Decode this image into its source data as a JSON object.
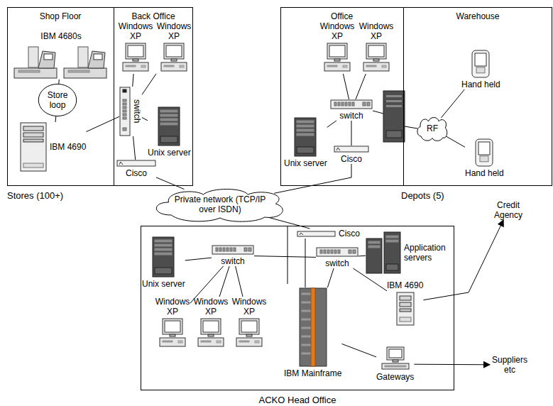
{
  "diagram": {
    "nodes": [
      {
        "text": [
          "Stores (100+)"
        ]
      },
      {
        "text": [
          "Shop Floor"
        ],
        "in": 0
      },
      {
        "text": [
          "Back Office"
        ],
        "in": 0
      },
      {
        "text": [
          "IBM 4680s"
        ],
        "in": 1
      },
      {
        "text": [
          "Store loop"
        ],
        "in": 1
      },
      {
        "text": [
          "IBM 4690"
        ],
        "in": 1
      },
      {
        "text": [
          "Windows XP"
        ],
        "in": 2
      },
      {
        "text": [
          "Windows XP"
        ],
        "in": 2
      },
      {
        "text": [
          "switch"
        ],
        "in": 2
      },
      {
        "text": [
          "Unix server"
        ],
        "in": 2
      },
      {
        "text": [
          "Cisco"
        ],
        "in": 2
      },
      {
        "text": [
          "Depots (5)"
        ]
      },
      {
        "text": [
          "Office"
        ],
        "in": 11
      },
      {
        "text": [
          "Warehouse"
        ],
        "in": 11
      },
      {
        "text": [
          "Windows XP"
        ],
        "in": 12
      },
      {
        "text": [
          "Windows XP"
        ],
        "in": 12
      },
      {
        "text": [
          "Unix server"
        ],
        "in": 12
      },
      {
        "text": [
          "switch"
        ],
        "in": 12
      },
      {
        "text": [
          "Cisco"
        ],
        "in": 12
      },
      {
        "text": [
          "RF"
        ],
        "in": 13
      },
      {
        "text": [
          "Hand held"
        ],
        "in": 13
      },
      {
        "text": [
          "Hand held"
        ],
        "in": 13
      },
      {
        "text": [
          "Private network (TCP/IP over ISDN)"
        ]
      },
      {
        "text": [
          "ACKO Head Office"
        ]
      },
      {
        "text": [
          "Unix server"
        ],
        "in": 23
      },
      {
        "text": [
          "switch"
        ],
        "in": 23
      },
      {
        "text": [
          "Windows XP"
        ],
        "in": 23
      },
      {
        "text": [
          "Windows XP"
        ],
        "in": 23
      },
      {
        "text": [
          "Windows XP"
        ],
        "in": 23
      },
      {
        "text": [
          "Cisco"
        ],
        "in": 23
      },
      {
        "text": [
          "switch"
        ],
        "in": 23
      },
      {
        "text": [
          "Application servers"
        ],
        "in": 23
      },
      {
        "text": [
          "IBM 4690"
        ],
        "in": 23
      },
      {
        "text": [
          "IBM Mainframe"
        ],
        "in": 23
      },
      {
        "text": [
          "Gateways"
        ],
        "in": 23
      },
      {
        "text": [
          "Credit Agency"
        ]
      },
      {
        "text": [
          "Suppliers etc"
        ]
      }
    ],
    "edges": [
      {
        "from": 3,
        "to": 4,
        "arrow": "none"
      },
      {
        "from": 4,
        "to": 5,
        "arrow": "none"
      },
      {
        "from": 5,
        "to": 8,
        "arrow": "none"
      },
      {
        "from": 6,
        "to": 8,
        "arrow": "none"
      },
      {
        "from": 7,
        "to": 8,
        "arrow": "none"
      },
      {
        "from": 8,
        "to": 9,
        "arrow": "none"
      },
      {
        "from": 8,
        "to": 10,
        "arrow": "none"
      },
      {
        "from": 10,
        "to": 22,
        "arrow": "none"
      },
      {
        "from": 14,
        "to": 17,
        "arrow": "none"
      },
      {
        "from": 15,
        "to": 17,
        "arrow": "none"
      },
      {
        "from": 16,
        "to": 17,
        "arrow": "none"
      },
      {
        "from": 17,
        "to": 18,
        "arrow": "none"
      },
      {
        "from": 18,
        "to": 22,
        "arrow": "none"
      },
      {
        "from": 19,
        "to": 20,
        "arrow": "none"
      },
      {
        "from": 19,
        "to": 21,
        "arrow": "none"
      },
      {
        "from": 29,
        "to": 22,
        "arrow": "none"
      },
      {
        "from": 24,
        "to": 25,
        "arrow": "none"
      },
      {
        "from": 25,
        "to": 26,
        "arrow": "none"
      },
      {
        "from": 25,
        "to": 27,
        "arrow": "none"
      },
      {
        "from": 25,
        "to": 28,
        "arrow": "none"
      },
      {
        "from": 25,
        "to": 30,
        "arrow": "none"
      },
      {
        "from": 30,
        "to": 31,
        "arrow": "none"
      },
      {
        "from": 30,
        "to": 32,
        "arrow": "none"
      },
      {
        "from": 30,
        "to": 33,
        "arrow": "none"
      },
      {
        "from": 29,
        "to": 33,
        "arrow": "none"
      },
      {
        "from": 33,
        "to": 34,
        "arrow": "none"
      },
      {
        "from": 32,
        "to": 35,
        "arrow": "to"
      },
      {
        "from": 34,
        "to": 36,
        "arrow": "to"
      }
    ]
  }
}
